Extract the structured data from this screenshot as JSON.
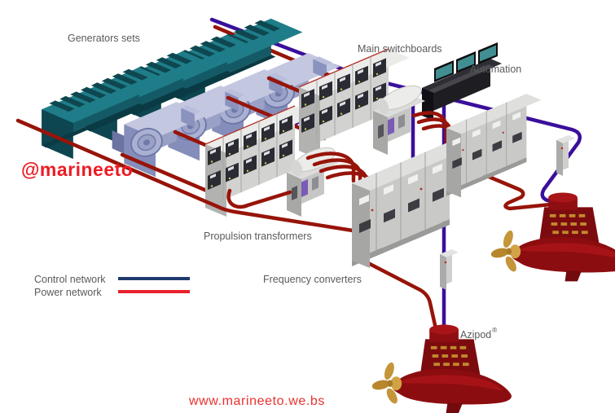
{
  "diagram": {
    "labels": {
      "generators": "Generators sets",
      "main_switchboards": "Main switchboards",
      "automation": "Automation",
      "propulsion_transformers": "Propulsion transformers",
      "frequency_converters": "Frequency converters",
      "azipod": "Azipod",
      "azipod_registered_mark": "®"
    },
    "legend": {
      "items": [
        {
          "label": "Control network",
          "color": "#203a6e"
        },
        {
          "label": "Power network",
          "color": "#e8202d"
        }
      ]
    },
    "watermark": {
      "handle": "@marineeto",
      "website": "www.marineeto.we.bs",
      "color": "#ed1c24"
    },
    "colors": {
      "background": "#ffffff",
      "label_text": "#595a5c",
      "power_network_line": "#971409",
      "control_network_line": "#3a0f9b",
      "engine_teal": "#1e7d89",
      "generator_lavender": "#9aa1c6",
      "cabinet_gray": "#d2d2d0",
      "console_black": "#1d1d22",
      "screen_teal": "#418f91",
      "azipod_red": "#8c0d10",
      "propeller_gold": "#c49539"
    }
  }
}
